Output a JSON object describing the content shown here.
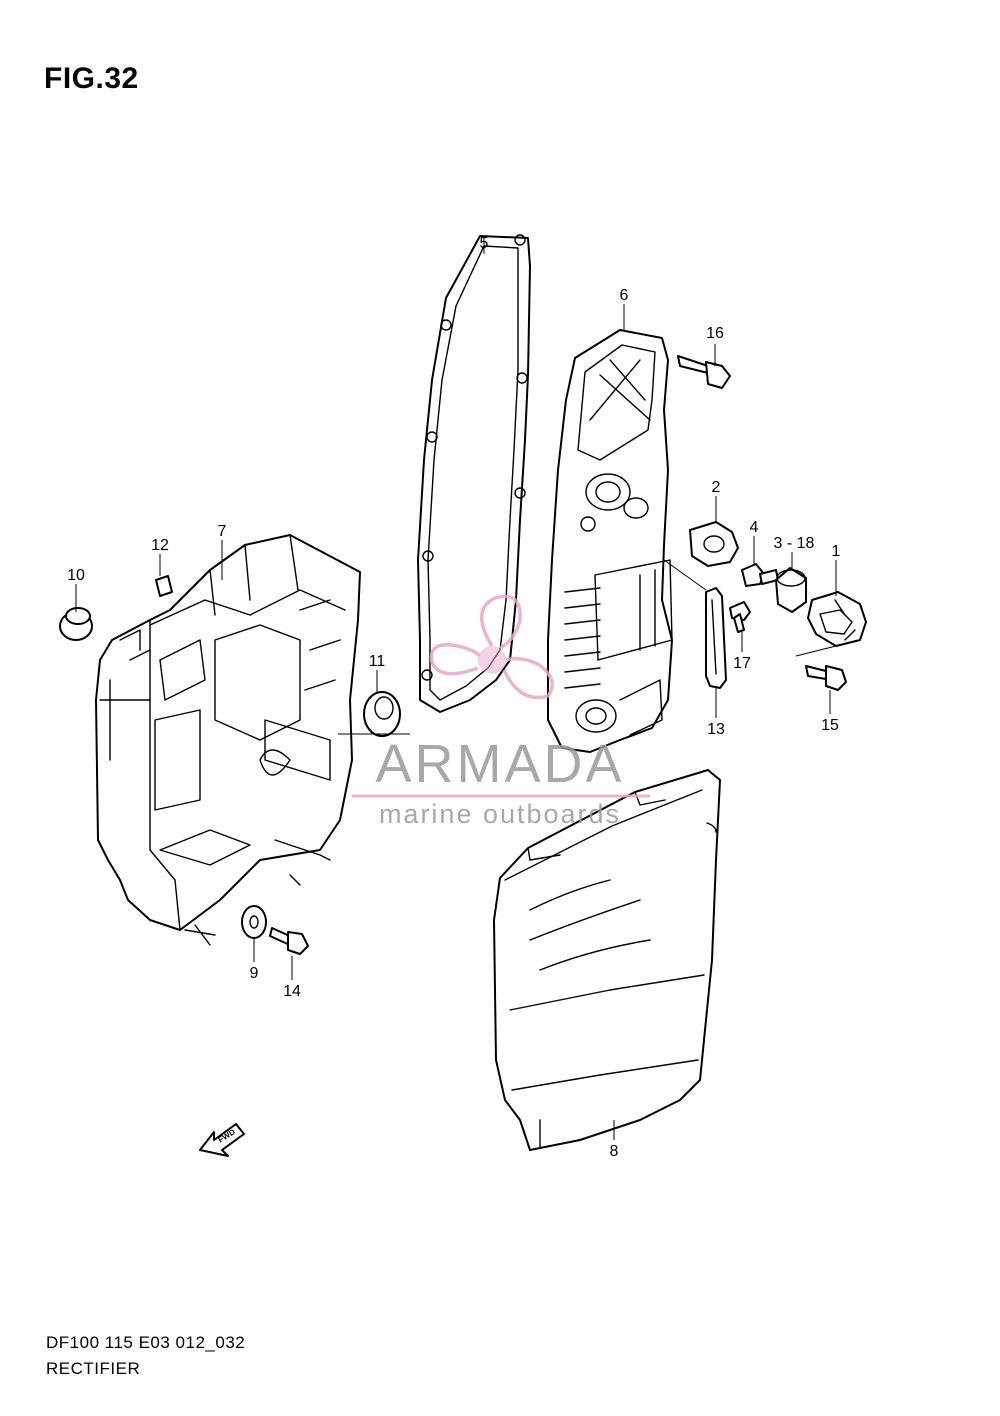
{
  "figure": {
    "title": "FIG.32"
  },
  "footer": {
    "code": "DF100 115 E03 012_032",
    "name": "RECTIFIER"
  },
  "fwd_arrow": {
    "label": "FWD"
  },
  "callouts": [
    {
      "id": "c1",
      "label": "1"
    },
    {
      "id": "c2",
      "label": "2"
    },
    {
      "id": "c3",
      "label": "3 - 18"
    },
    {
      "id": "c4",
      "label": "4"
    },
    {
      "id": "c5",
      "label": "5"
    },
    {
      "id": "c6",
      "label": "6"
    },
    {
      "id": "c7",
      "label": "7"
    },
    {
      "id": "c8",
      "label": "8"
    },
    {
      "id": "c9",
      "label": "9"
    },
    {
      "id": "c10",
      "label": "10"
    },
    {
      "id": "c11",
      "label": "11"
    },
    {
      "id": "c12",
      "label": "12"
    },
    {
      "id": "c13",
      "label": "13"
    },
    {
      "id": "c14",
      "label": "14"
    },
    {
      "id": "c15",
      "label": "15"
    },
    {
      "id": "c16",
      "label": "16"
    },
    {
      "id": "c17",
      "label": "17"
    }
  ],
  "watermark": {
    "brand": "ARMADA",
    "tagline": "marine outboards",
    "accent_color": "#e8a6cc",
    "text_color": "#9a9a9a"
  }
}
